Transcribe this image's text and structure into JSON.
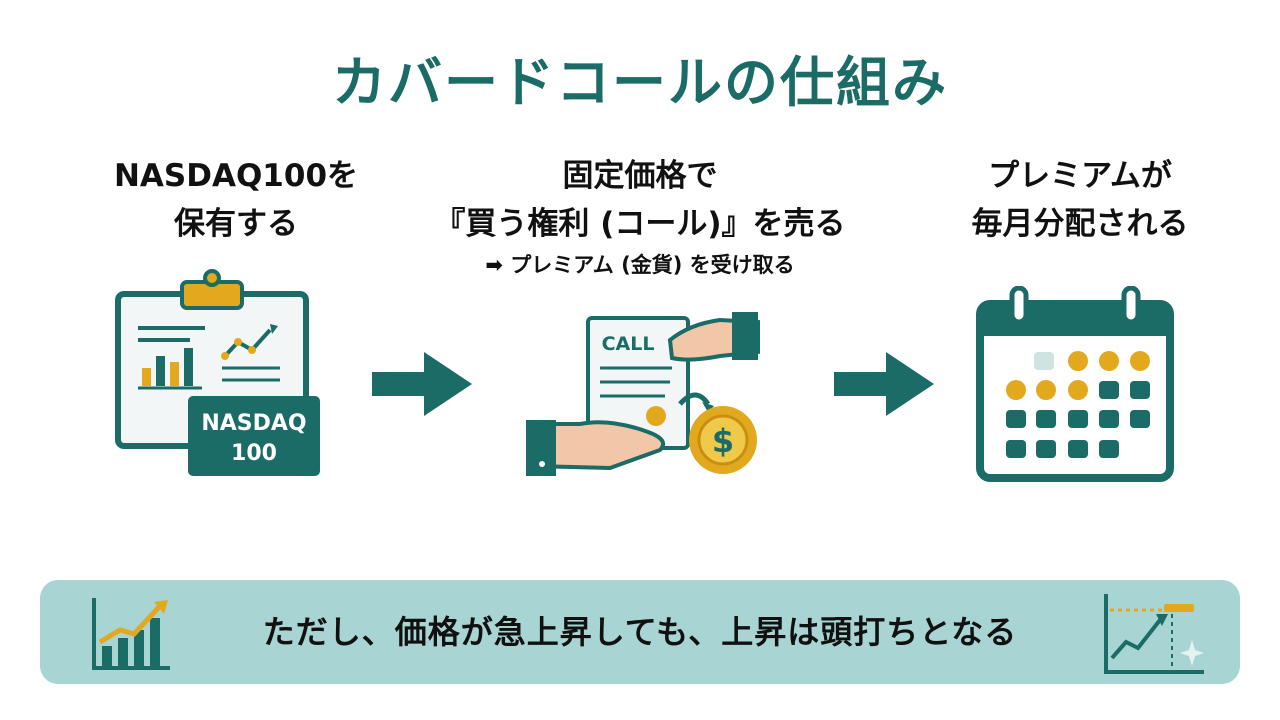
{
  "title": "カバードコールの仕組み",
  "steps": [
    {
      "line1": "NASDAQ100を",
      "line2": "保有する",
      "badge_line1": "NASDAQ",
      "badge_line2": "100"
    },
    {
      "line1": "固定価格で",
      "line2": "『買う権利 (コール)』を売る",
      "sub": "➡ プレミアム (金貨) を受け取る",
      "doc_label": "CALL"
    },
    {
      "line1": "プレミアムが",
      "line2": "毎月分配される"
    }
  ],
  "banner": {
    "text": "ただし、価格が急上昇しても、上昇は頭打ちとなる"
  },
  "colors": {
    "teal": "#1b6b66",
    "teal_dark": "#155e5a",
    "gold": "#e2a91e",
    "banner_bg": "#a9d4d4"
  }
}
